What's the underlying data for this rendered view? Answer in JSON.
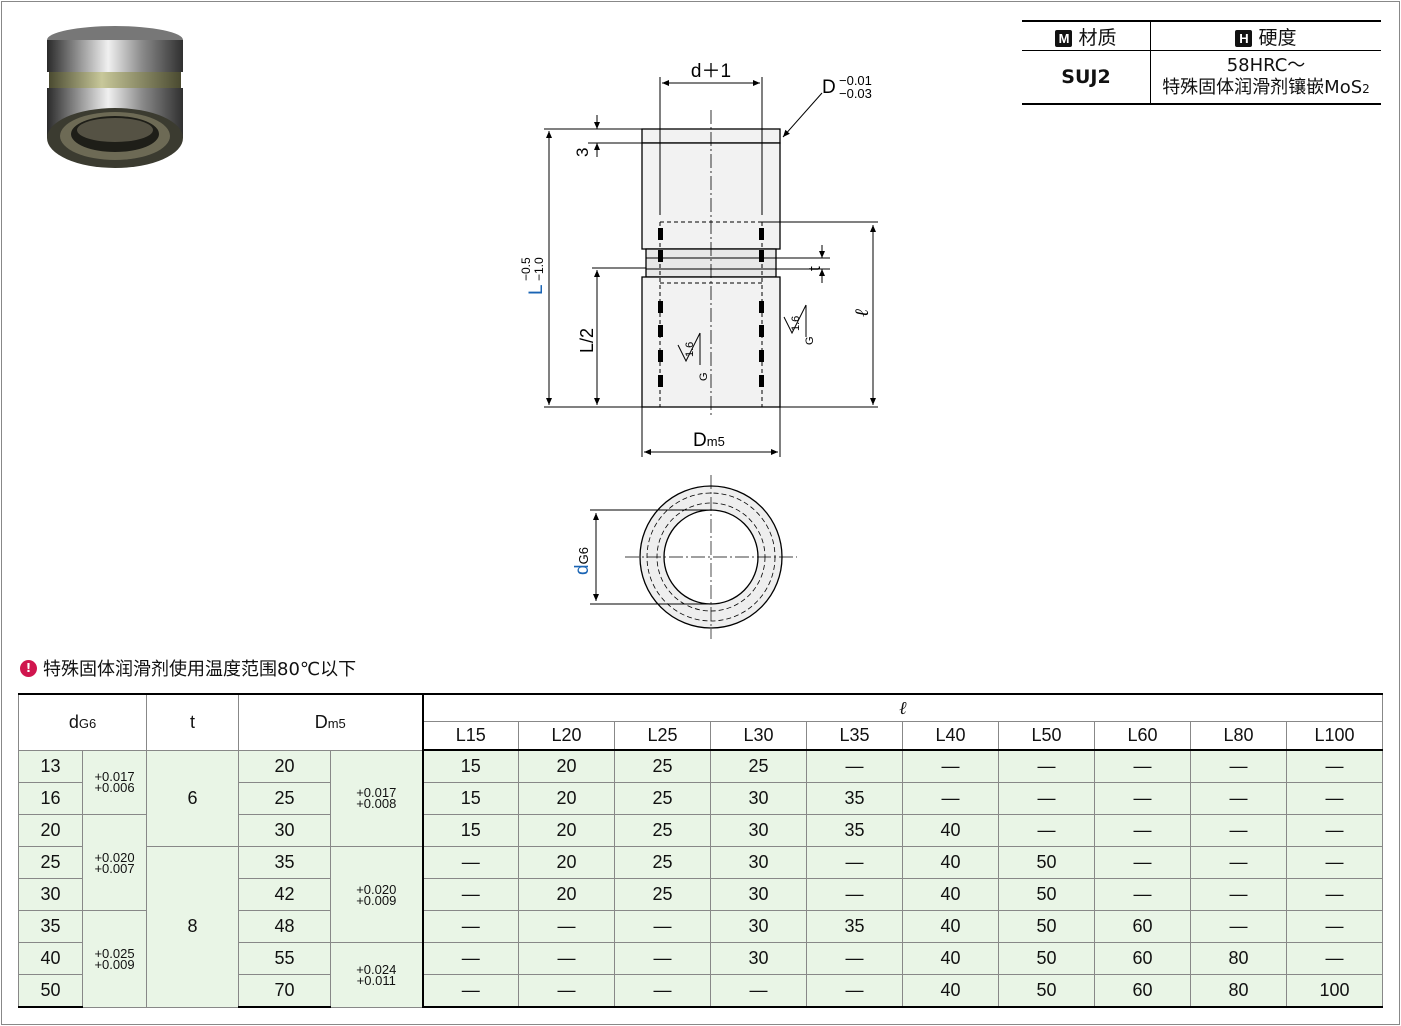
{
  "spec_table": {
    "material_badge": "M",
    "material_label": "材质",
    "hardness_badge": "H",
    "hardness_label": "硬度",
    "material_value": "SUJ2",
    "hardness_line1": "58HRC～",
    "hardness_line2": "特殊固体润滑剂镶嵌MoS",
    "hardness_line2_sub": "2"
  },
  "drawing": {
    "d_plus": "d＋1",
    "D_label": "D",
    "D_tol_upper": "−0.01",
    "D_tol_lower": "−0.03",
    "dim_3": "3",
    "L_label": "L",
    "L_tol_upper": "−0.5",
    "L_tol_lower": "−1.0",
    "t_label": "t",
    "half_L": "L/2",
    "ell_label": "ℓ",
    "rough_value": "1.6",
    "rough_grade": "G",
    "Dm_main": "D",
    "Dm_sub": "m5",
    "dG_main": "d",
    "dG_sub": "G6"
  },
  "note": {
    "icon": "!",
    "text": "特殊固体润滑剂使用温度范围80℃以下"
  },
  "table": {
    "h_d": "d",
    "h_d_sub": "G6",
    "h_t": "t",
    "h_D": "D",
    "h_D_sub": "m5",
    "h_ell": "ℓ",
    "L_columns": [
      "L15",
      "L20",
      "L25",
      "L30",
      "L35",
      "L40",
      "L50",
      "L60",
      "L80",
      "L100"
    ],
    "d_values": [
      "13",
      "16",
      "20",
      "25",
      "30",
      "35",
      "40",
      "50"
    ],
    "d_tolerances": [
      {
        "upper": "+0.017",
        "lower": "+0.006"
      },
      {
        "upper": "+0.020",
        "lower": "+0.007"
      },
      {
        "upper": "+0.025",
        "lower": "+0.009"
      }
    ],
    "t_values": [
      "6",
      "8"
    ],
    "D_values": [
      "20",
      "25",
      "30",
      "35",
      "42",
      "48",
      "55",
      "70"
    ],
    "D_tolerances": [
      {
        "upper": "+0.017",
        "lower": "+0.008"
      },
      {
        "upper": "+0.020",
        "lower": "+0.009"
      },
      {
        "upper": "+0.024",
        "lower": "+0.011"
      }
    ],
    "ell_rows": [
      [
        "15",
        "20",
        "25",
        "25",
        "—",
        "—",
        "—",
        "—",
        "—",
        "—"
      ],
      [
        "15",
        "20",
        "25",
        "30",
        "35",
        "—",
        "—",
        "—",
        "—",
        "—"
      ],
      [
        "15",
        "20",
        "25",
        "30",
        "35",
        "40",
        "—",
        "—",
        "—",
        "—"
      ],
      [
        "—",
        "20",
        "25",
        "30",
        "—",
        "40",
        "50",
        "—",
        "—",
        "—"
      ],
      [
        "—",
        "20",
        "25",
        "30",
        "—",
        "40",
        "50",
        "—",
        "—",
        "—"
      ],
      [
        "—",
        "—",
        "—",
        "30",
        "35",
        "40",
        "50",
        "60",
        "—",
        "—"
      ],
      [
        "—",
        "—",
        "—",
        "30",
        "—",
        "40",
        "50",
        "60",
        "80",
        "—"
      ],
      [
        "—",
        "—",
        "—",
        "—",
        "—",
        "40",
        "50",
        "60",
        "80",
        "100"
      ]
    ]
  }
}
